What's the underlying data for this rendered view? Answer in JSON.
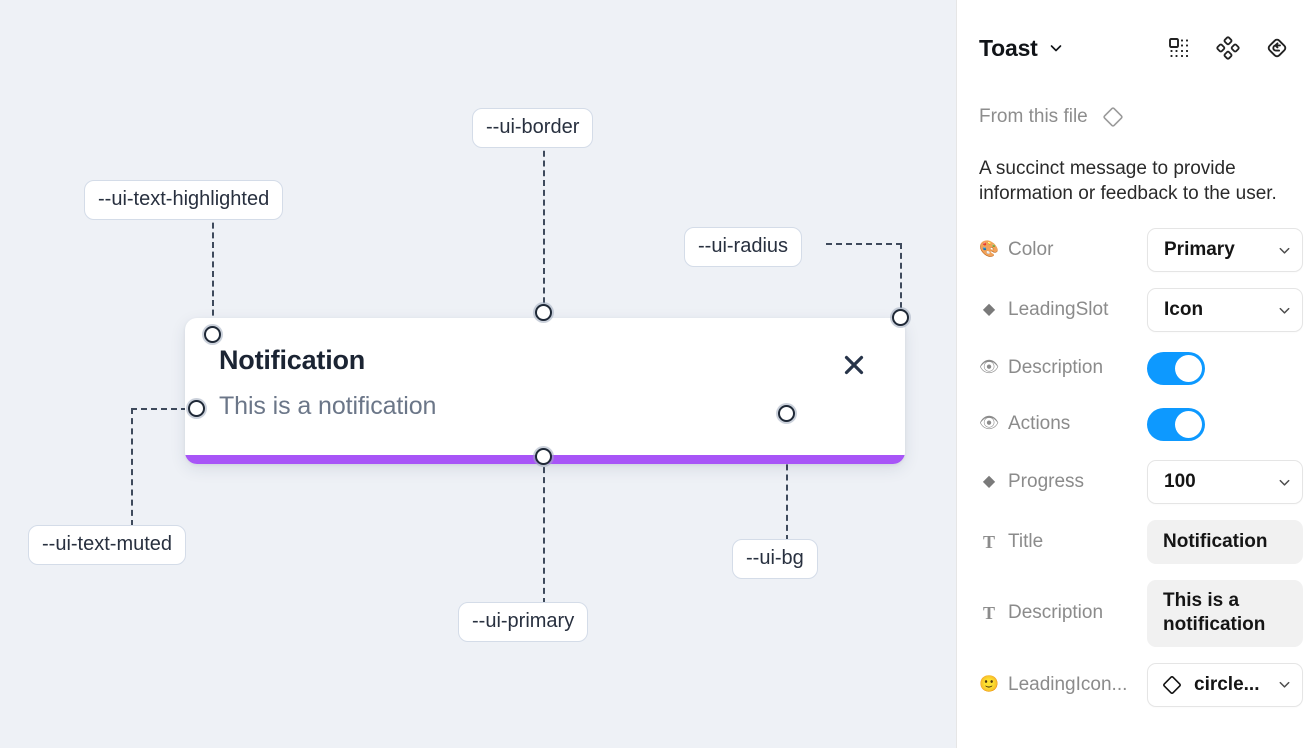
{
  "canvas": {
    "background_color": "#eef1f6",
    "toast": {
      "title": "Notification",
      "description": "This is a notification",
      "close_icon": "close-icon",
      "progress_color": "#a855f7",
      "background_color": "#ffffff"
    },
    "tokens": [
      {
        "id": "ui-text-highlighted",
        "label": "--ui-text-highlighted"
      },
      {
        "id": "ui-border",
        "label": "--ui-border"
      },
      {
        "id": "ui-radius",
        "label": "--ui-radius"
      },
      {
        "id": "ui-text-muted",
        "label": "--ui-text-muted"
      },
      {
        "id": "ui-primary",
        "label": "--ui-primary"
      },
      {
        "id": "ui-bg",
        "label": "--ui-bg"
      }
    ]
  },
  "panel": {
    "title": "Toast",
    "title_chevron_icon": "chevron-down-icon",
    "header_icons": [
      {
        "name": "component-set-icon"
      },
      {
        "name": "variants-icon"
      },
      {
        "name": "reset-instance-icon"
      }
    ],
    "from_this_file": {
      "label": "From this file",
      "icon": "diamond-icon"
    },
    "description": "A succinct message to provide information or feedback to the user.",
    "properties": [
      {
        "id": "color",
        "icon": "palette-emoji",
        "icon_glyph": "🎨",
        "label": "Color",
        "control": "select",
        "value": "Primary"
      },
      {
        "id": "leadingslot",
        "icon": "diamond-glyph",
        "icon_glyph": "◆",
        "label": "LeadingSlot",
        "control": "select",
        "value": "Icon"
      },
      {
        "id": "description",
        "icon": "eye-emoji",
        "icon_glyph": "👁",
        "label": "Description",
        "control": "toggle",
        "value": "on"
      },
      {
        "id": "actions",
        "icon": "eye-emoji",
        "icon_glyph": "👁",
        "label": "Actions",
        "control": "toggle",
        "value": "on"
      },
      {
        "id": "progress",
        "icon": "diamond-glyph",
        "icon_glyph": "◆",
        "label": "Progress",
        "control": "select",
        "value": "100"
      },
      {
        "id": "title",
        "icon": "text-type-icon",
        "icon_glyph": "T",
        "label": "Title",
        "control": "textbox",
        "value": "Notification"
      },
      {
        "id": "desc-text",
        "icon": "text-type-icon",
        "icon_glyph": "T",
        "label": "Description",
        "control": "textbox",
        "value": "This is a notification"
      },
      {
        "id": "leadingicon",
        "icon": "smiley-emoji",
        "icon_glyph": "🙂",
        "label": "LeadingIcon...",
        "control": "icon-select",
        "value": "circle..."
      }
    ],
    "accent_color": "#0d99ff"
  }
}
